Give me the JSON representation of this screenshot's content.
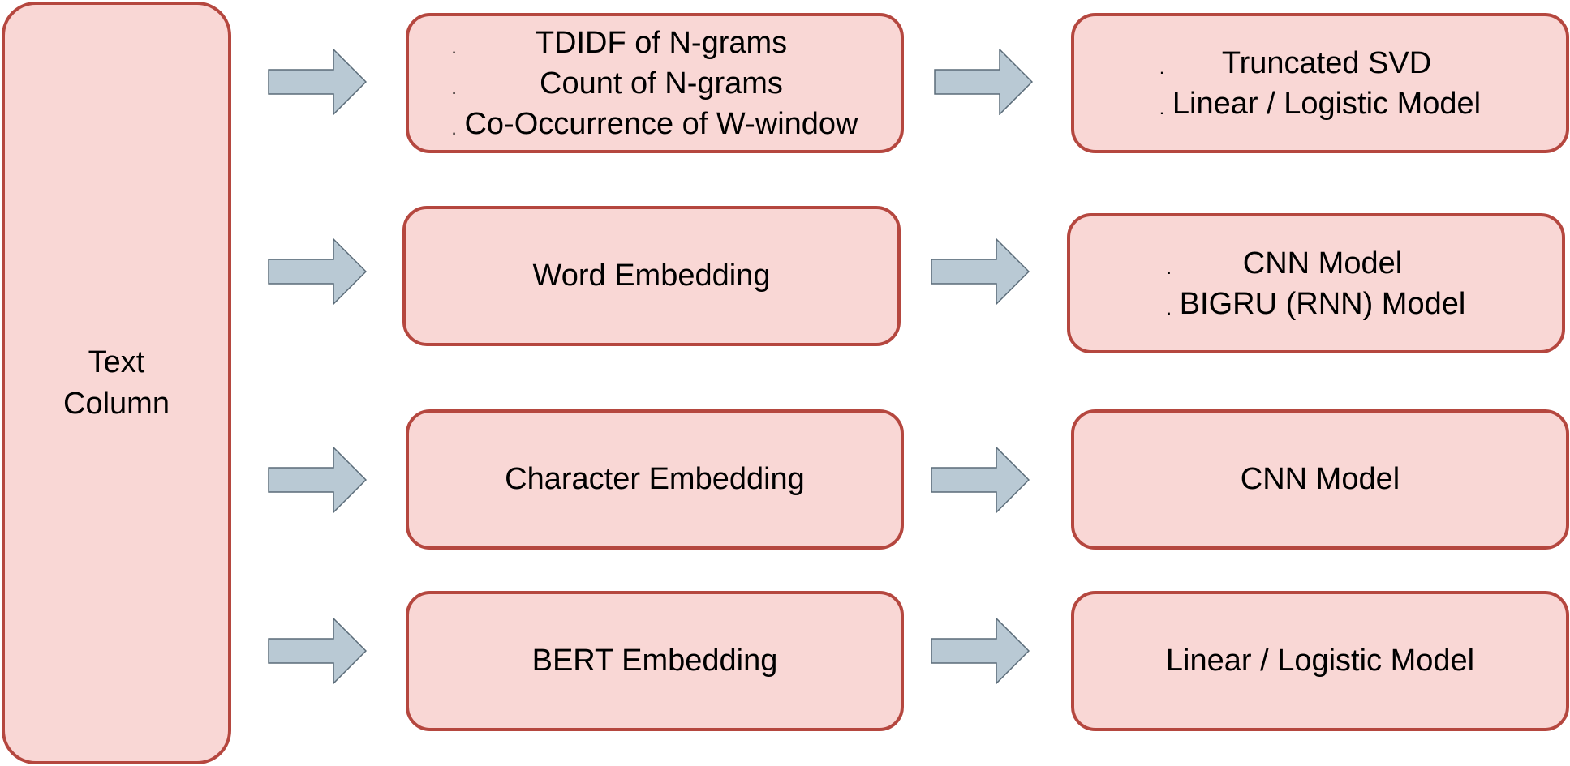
{
  "colors": {
    "box_fill": "#f9d7d5",
    "box_stroke": "#b5473f",
    "arrow_fill": "#b9c9d4",
    "arrow_stroke": "#5a6b78"
  },
  "icons": {
    "flow_arrow": "right-arrow-icon",
    "bullet": "small-dot"
  },
  "source": {
    "line1": "Text",
    "line2": "Column"
  },
  "rows": [
    {
      "feature": {
        "items": [
          "TDIDF of N-grams",
          "Count of N-grams",
          "Co-Occurrence of W-window"
        ]
      },
      "model": {
        "items": [
          "Truncated SVD",
          "Linear / Logistic Model"
        ]
      }
    },
    {
      "feature": {
        "label": "Word Embedding"
      },
      "model": {
        "items": [
          "CNN Model",
          "BIGRU (RNN) Model"
        ]
      }
    },
    {
      "feature": {
        "label": "Character Embedding"
      },
      "model": {
        "label": "CNN Model"
      }
    },
    {
      "feature": {
        "label": "BERT Embedding"
      },
      "model": {
        "label": "Linear / Logistic Model"
      }
    }
  ]
}
